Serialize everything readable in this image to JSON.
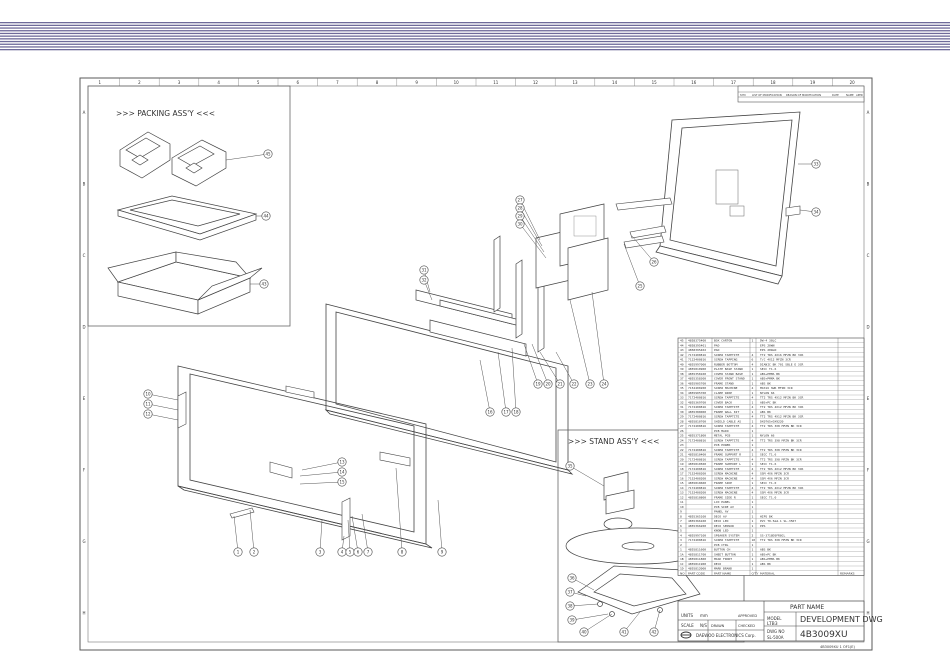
{
  "packing": {
    "title": ">>> PACKING ASS'Y <<<"
  },
  "stand": {
    "title": ">>> STAND ASS'Y <<<"
  },
  "parts_list": {
    "header": [
      "NO",
      "PART CODE",
      "PART NAME",
      "Q'TY",
      "MATERIAL",
      "REMARKS"
    ],
    "rows": [
      [
        "45",
        "4858375400",
        "BOX CARTON",
        "1",
        "DW-4 30LC",
        ""
      ],
      [
        "44",
        "4858395401",
        "PAD",
        "",
        "EPS 20WN",
        ""
      ],
      [
        "43",
        "4858395402",
        "PAD",
        "",
        "EPS 20WLN",
        ""
      ],
      [
        "42",
        "7172400816",
        "SCREW TAPPTITE",
        "4",
        "TT2 TRS 4X16 MFZN BK 3CR",
        ""
      ],
      [
        "41",
        "7122400816",
        "SCREW TAPPING",
        "6",
        "T/C 4X12 MFZN 3CR",
        ""
      ],
      [
        "40",
        "4855997000",
        "RUBBER BOTTOM",
        "4",
        "DIANIC BK 701 SBLE E 3CR",
        ""
      ],
      [
        "39",
        "4855810900",
        "PLATE BASE STAND",
        "1",
        "SECC T1.6",
        ""
      ],
      [
        "38",
        "4855358100",
        "COVER STAND BASE",
        "1",
        "ABS+PMMA BK",
        ""
      ],
      [
        "37",
        "4855358300",
        "COVER FRONT STAND",
        "1",
        "ABS+PMMA BK",
        ""
      ],
      [
        "36",
        "4855905700",
        "FRAME STAND",
        "1",
        "ABS BK",
        ""
      ],
      [
        "35",
        "7152400200",
        "SCREW MACHINE",
        "4",
        "M4X16 SWR MFZN 3CR",
        ""
      ],
      [
        "34",
        "4855905700",
        "CLAMP WIRE",
        "1",
        "NYLON 66",
        ""
      ],
      [
        "33",
        "7172400816",
        "SCREW TAPPTITE",
        "4",
        "TT2 TRS 4X12 MFZN BK 3CR",
        ""
      ],
      [
        "32",
        "4855369700",
        "COVER BACK",
        "1",
        "ABS+PC BK",
        ""
      ],
      [
        "31",
        "7172400816",
        "SCREW TAPPTITE",
        "4",
        "TT2 TRS 4X12 MFZN BK 3CR",
        ""
      ],
      [
        "30",
        "4855380000",
        "FRAME WALL KIT",
        "1",
        "ABS BK",
        ""
      ],
      [
        "29",
        "7172400816",
        "SCREW TAPPTITE",
        "4",
        "TT2 TRS 4X12 MFZN BK 3CR",
        ""
      ],
      [
        "28",
        "4855810700",
        "SHIELD CABLE AS",
        "1",
        "DX0765+DX9220",
        ""
      ],
      [
        "27",
        "7172400816",
        "SCREW TAPPTITE",
        "4",
        "TT2 TRS 3X8 MFZN BK 3CR",
        ""
      ],
      [
        "26",
        "",
        "PCB MAIN",
        "1",
        "",
        ""
      ],
      [
        "25",
        "4855371800",
        "METAL PCB",
        "1",
        "NYLON 66",
        ""
      ],
      [
        "24",
        "7172400816",
        "SCREW TAPPTITE",
        "4",
        "TT2 TRS 3X8 MFZN BK 3CR",
        ""
      ],
      [
        "23",
        "",
        "PCB POWER",
        "1",
        "",
        ""
      ],
      [
        "22",
        "7172400816",
        "SCREW TAPPTITE",
        "4",
        "TT2 TRS 3X8 MFZN BK 3CR",
        ""
      ],
      [
        "21",
        "4855810400",
        "FRAME SUPPORT R",
        "1",
        "SECC T1.6",
        ""
      ],
      [
        "20",
        "7172400816",
        "SCREW TAPPTITE",
        "4",
        "TT2 TRS 3X8 MFZN BK 3CR",
        ""
      ],
      [
        "19",
        "4855810500",
        "FRAME SUPPORT L",
        "1",
        "SECC T1.6",
        ""
      ],
      [
        "18",
        "7172400816",
        "SCREW TAPPTITE",
        "4",
        "TT2 TRS 4X12 MFZN BK 3CR",
        ""
      ],
      [
        "17",
        "7152400200",
        "SCREW MACHINE",
        "4",
        "SSM 4X6 MFZN 3CR",
        ""
      ],
      [
        "16",
        "7152400200",
        "SCREW MACHINE",
        "4",
        "SSM 4X6 MFZN 3CR",
        ""
      ],
      [
        "15",
        "4855810600",
        "FRAME SIDE",
        "1",
        "SECC T1.0",
        ""
      ],
      [
        "14",
        "7172400816",
        "SCREW TAPPTITE",
        "4",
        "TT2 TRS 4X12 MFZN BK 3CR",
        ""
      ],
      [
        "13",
        "7152400200",
        "SCREW MACHINE",
        "4",
        "SSM 4X6 MFZN 3CR",
        ""
      ],
      [
        "12",
        "4855810800",
        "FRAME SIDE R",
        "1",
        "SECC T1.0",
        ""
      ],
      [
        "11",
        "",
        "LCD PANEL",
        "1",
        "",
        ""
      ],
      [
        "10",
        "",
        "PCB SIDE AV",
        "1",
        "",
        ""
      ],
      [
        "9",
        "",
        "PANEL AV",
        "1",
        "",
        ""
      ],
      [
        "8",
        "4855365100",
        "DECO AV",
        "1",
        "HIPS BK",
        ""
      ],
      [
        "7",
        "4855366100",
        "DECO LED",
        "1",
        "PVC T0.5&4.1 SL-3507",
        ""
      ],
      [
        "6",
        "4855366200",
        "DECO SENSOR",
        "1",
        "PPS",
        ""
      ],
      [
        "5",
        "",
        "KNOB LED",
        "1",
        "",
        ""
      ],
      [
        "4",
        "4855997100",
        "SPEAKER SYSTEM",
        "2",
        "SS-3718D5FR8CL",
        ""
      ],
      [
        "3",
        "7172400816",
        "SCREW TAPPTITE",
        "10",
        "TT2 TRS 3X8 MFZN BK 3CR",
        ""
      ],
      [
        "2",
        "",
        "PCB CTRL",
        "1",
        "",
        ""
      ],
      [
        "1",
        "4855811600",
        "BUTTON CH",
        "1",
        "ABS BK",
        ""
      ],
      [
        "1A",
        "4855811700",
        "SHEET BUTTON",
        "1",
        "ABS+PC BK",
        ""
      ],
      [
        "1B",
        "4855811800",
        "MASK FRONT",
        "1",
        "ABS+PMMA BK",
        ""
      ],
      [
        "1C",
        "4855811900",
        "DECO",
        "1",
        "ABS BK",
        ""
      ],
      [
        "1D",
        "4855812000",
        "MARK BRAND",
        "1",
        "",
        ""
      ]
    ]
  },
  "title_block": {
    "company": "DAEWOO ELECTRONICS Corp.",
    "part_name_label": "PART NAME",
    "part_name": "DEVELOPMENT DWG",
    "model_label": "MODEL",
    "model": "LTB3",
    "dwg_no_label": "DWG NO",
    "dwg_no": "4B3009XU",
    "units_label": "UNITS",
    "units": "mm",
    "scale_label": "SCALE",
    "scale": "N/S",
    "stamp_a": "DRAWN",
    "stamp_b": "CHECKED",
    "stamp_c": "APPROVED",
    "sheet": "SL-500A",
    "footer_code": "4B3009XU 1 OF1(E)"
  },
  "revision_block": {
    "header": [
      "SYM",
      "LIST OF MODIFICATION",
      "REASON OF MODIFICATION",
      "DATE",
      "NAME",
      "APPR"
    ]
  },
  "frame": {
    "top_labels": [
      "1",
      "2",
      "3",
      "4",
      "5",
      "6",
      "7",
      "8",
      "9",
      "10",
      "11",
      "12",
      "13",
      "14",
      "15",
      "16",
      "17",
      "18",
      "19",
      "20"
    ],
    "side_labels": [
      "A",
      "B",
      "C",
      "D",
      "E",
      "F",
      "G",
      "H"
    ]
  },
  "callouts": {
    "packing": [
      "45",
      "44",
      "43"
    ],
    "stand": [
      "35",
      "36",
      "37",
      "38",
      "39",
      "40",
      "41",
      "42"
    ],
    "main": [
      "1",
      "2",
      "3",
      "4",
      "5",
      "6",
      "7",
      "8",
      "9",
      "10",
      "11",
      "12",
      "13",
      "14",
      "15",
      "16",
      "17",
      "18",
      "19",
      "20",
      "21",
      "22",
      "23",
      "24",
      "25",
      "26",
      "27",
      "28",
      "29",
      "30",
      "31",
      "32",
      "33",
      "34"
    ]
  },
  "colors": {
    "line": "#5a5a5a",
    "band": "#6e6a9a"
  }
}
